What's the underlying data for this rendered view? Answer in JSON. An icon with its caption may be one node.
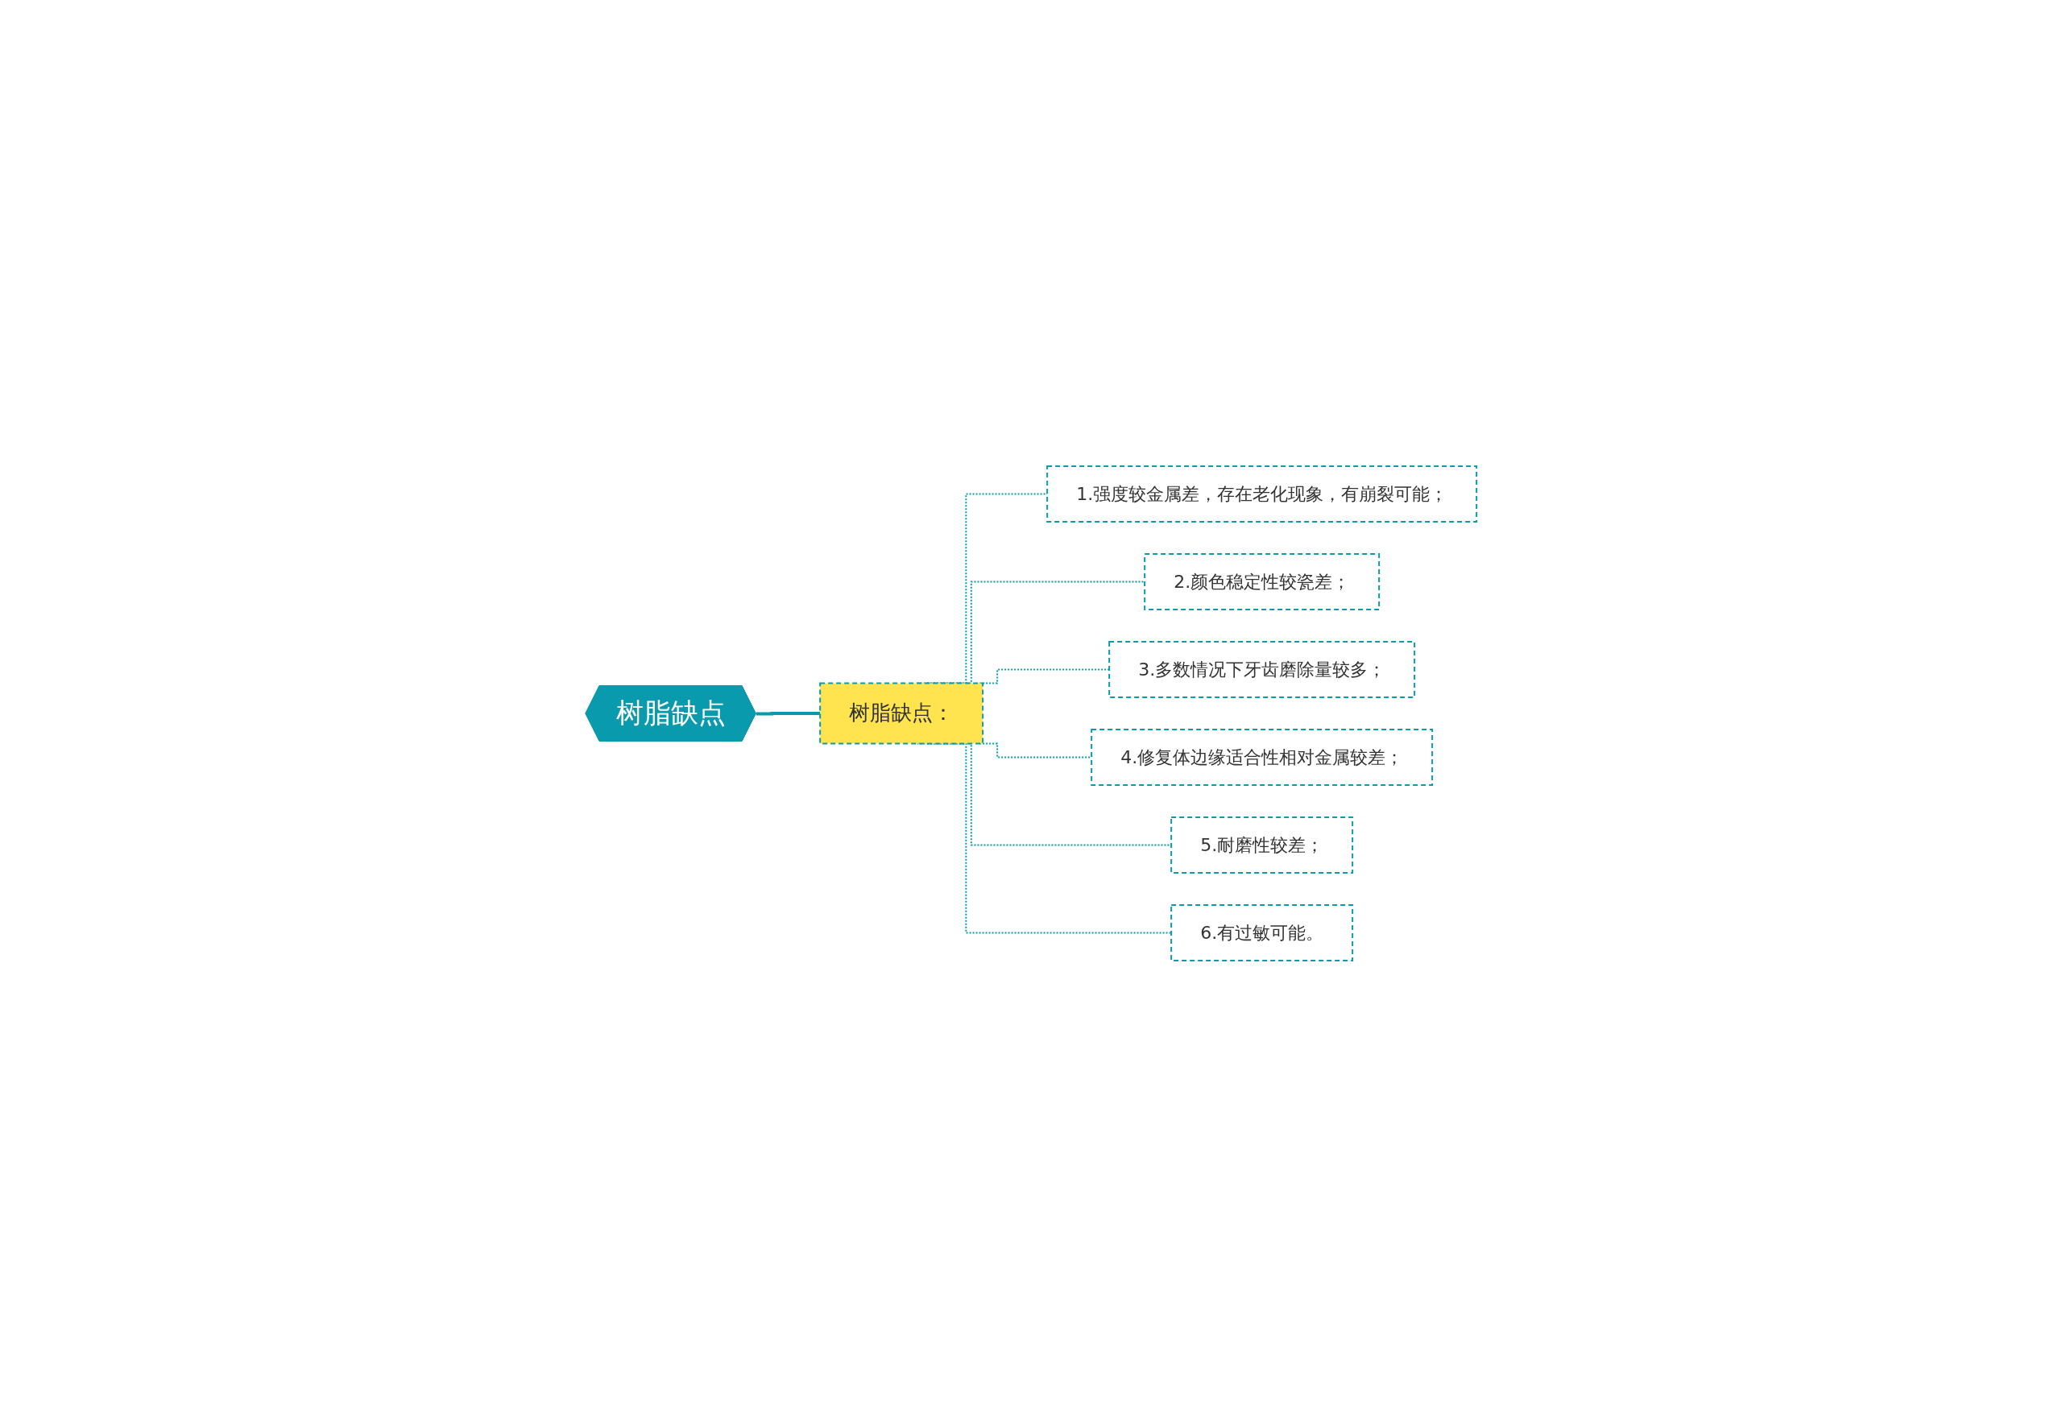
{
  "diagram": {
    "nodes": [
      {
        "text": [
          "树脂缺点"
        ]
      },
      {
        "text": [
          "树脂缺点："
        ]
      },
      {
        "text": [
          "1.强度较金属差，存在老化现象，有崩裂可能；"
        ]
      },
      {
        "text": [
          "2.颜色稳定性较瓷差；"
        ]
      },
      {
        "text": [
          "3.多数情况下牙齿磨除量较多；"
        ]
      },
      {
        "text": [
          "4.修复体边缘适合性相对金属较差；"
        ]
      },
      {
        "text": [
          "5.耐磨性较差；"
        ]
      },
      {
        "text": [
          "6.有过敏可能。"
        ]
      }
    ],
    "edges": [
      {
        "from": 0,
        "to": 1,
        "arrow": "none"
      },
      {
        "from": 1,
        "to": 2,
        "arrow": "none",
        "style": "dashed"
      },
      {
        "from": 1,
        "to": 3,
        "arrow": "none",
        "style": "dashed"
      },
      {
        "from": 1,
        "to": 4,
        "arrow": "none",
        "style": "dashed"
      },
      {
        "from": 1,
        "to": 5,
        "arrow": "none",
        "style": "dashed"
      },
      {
        "from": 1,
        "to": 6,
        "arrow": "none",
        "style": "dashed"
      },
      {
        "from": 1,
        "to": 7,
        "arrow": "none",
        "style": "dashed"
      }
    ]
  }
}
